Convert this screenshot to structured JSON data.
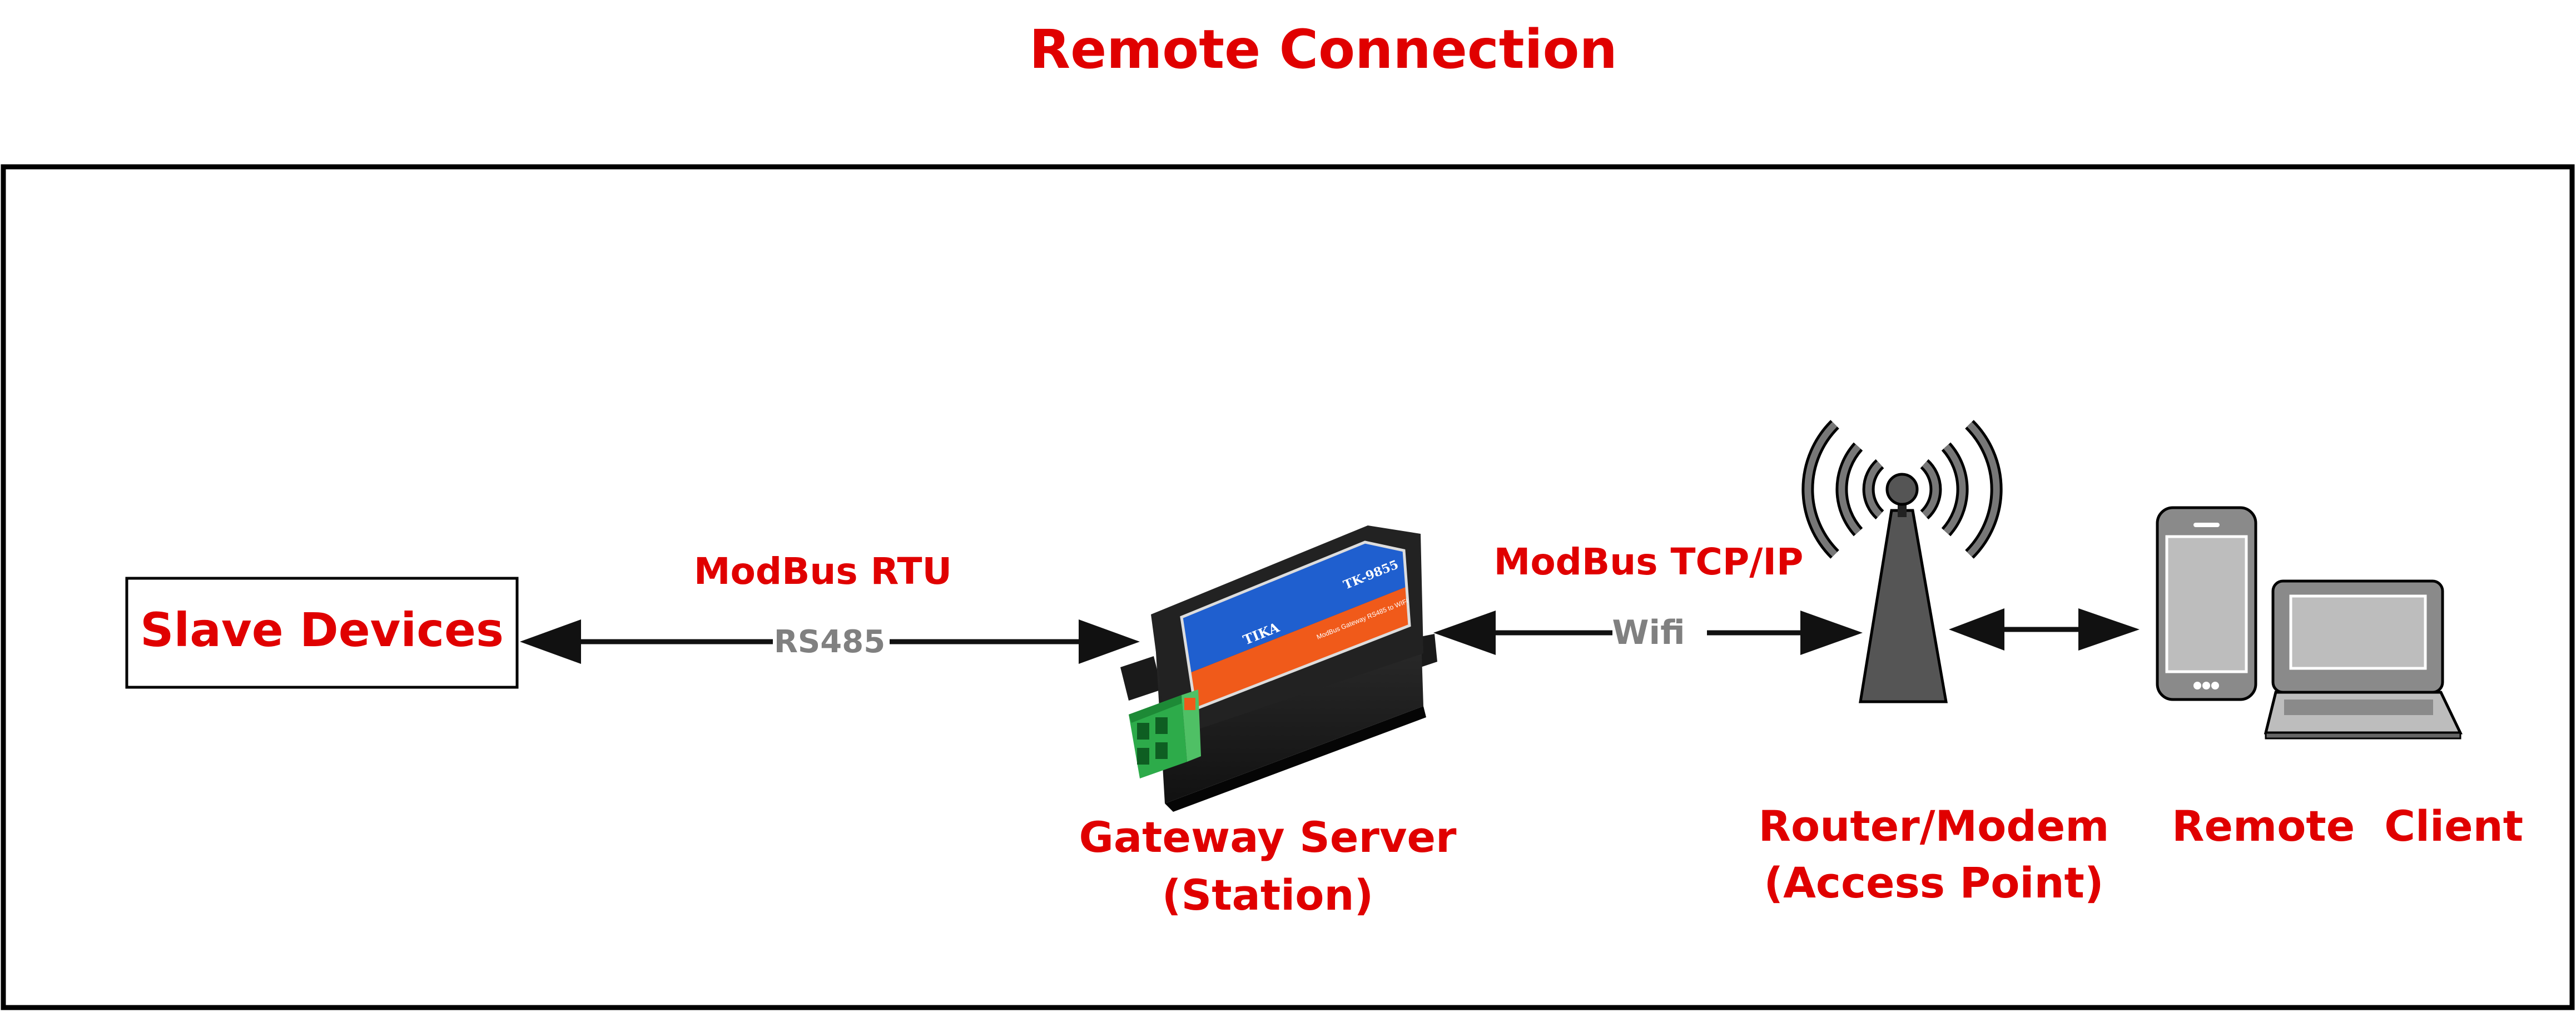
{
  "title": "Remote Connection",
  "nodes": {
    "slave": {
      "label": "Slave Devices"
    },
    "gateway": {
      "line1": "Gateway Server",
      "line2": "(Station)",
      "device_brand": "TIKA",
      "device_model": "TK-9855",
      "device_small_text": "ModBus Gateway RS485 to WIFI"
    },
    "router": {
      "line1": "Router/Modem",
      "line2": "(Access Point)"
    },
    "client": {
      "label": "Remote  Client"
    }
  },
  "links": {
    "rtu": {
      "protocol": "ModBus RTU",
      "medium": "RS485"
    },
    "tcp": {
      "protocol": "ModBus TCP/IP",
      "medium": "Wifi"
    }
  },
  "colors": {
    "accent_red": "#e00000",
    "medium_gray": "#808080",
    "line": "#111111",
    "device_gray": "#888888",
    "device_blue": "#1f5fcf",
    "device_orange": "#f05a1a",
    "terminal_green": "#2dab4a"
  },
  "icons": {
    "gateway": "modbus-gateway-device-icon",
    "router": "wifi-antenna-tower-icon",
    "phone": "smartphone-icon",
    "laptop": "laptop-icon"
  }
}
